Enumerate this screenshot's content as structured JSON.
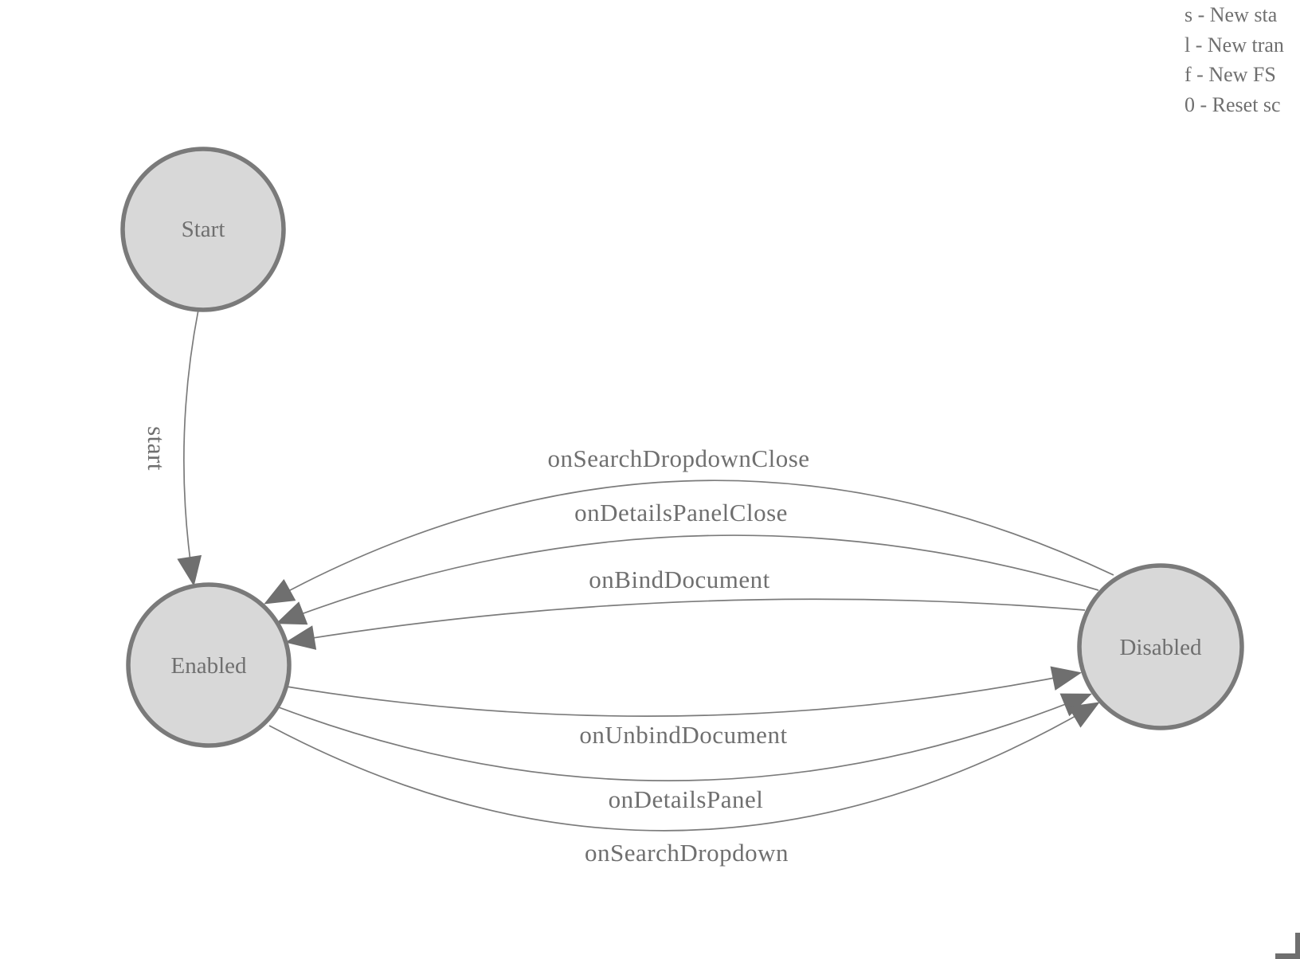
{
  "colors": {
    "canvas_bg": "#ffffff",
    "node_fill": "#d8d8d8",
    "node_stroke": "#7a7a7a",
    "edge_stroke": "#7b7b7b",
    "arrow_fill": "#6f6f6f",
    "text_color": "#6f6f6f"
  },
  "legend": {
    "items": [
      "s - New sta",
      "l - New tran",
      "f - New FS",
      "0 - Reset sc"
    ]
  },
  "diagram": {
    "type": "finite-state-machine",
    "nodes": [
      {
        "id": "start",
        "label": "Start"
      },
      {
        "id": "enabled",
        "label": "Enabled"
      },
      {
        "id": "disabled",
        "label": "Disabled"
      }
    ],
    "edges": [
      {
        "label": "start",
        "from": "Start",
        "to": "Enabled"
      },
      {
        "label": "onSearchDropdownClose",
        "from": "Disabled",
        "to": "Enabled"
      },
      {
        "label": "onDetailsPanelClose",
        "from": "Disabled",
        "to": "Enabled"
      },
      {
        "label": "onBindDocument",
        "from": "Disabled",
        "to": "Enabled"
      },
      {
        "label": "onUnbindDocument",
        "from": "Enabled",
        "to": "Disabled"
      },
      {
        "label": "onDetailsPanel",
        "from": "Enabled",
        "to": "Disabled"
      },
      {
        "label": "onSearchDropdown",
        "from": "Enabled",
        "to": "Disabled"
      }
    ]
  }
}
